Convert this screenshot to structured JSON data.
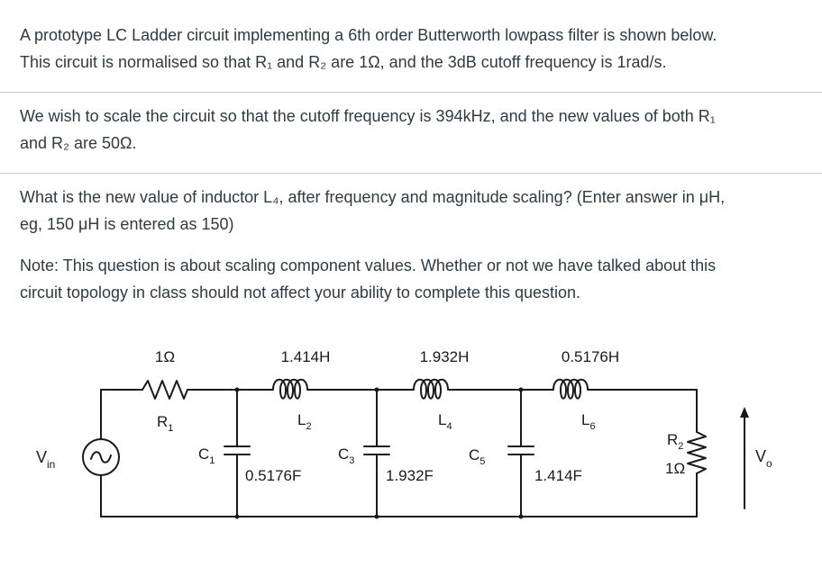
{
  "question": {
    "p1": {
      "line1": "A prototype LC Ladder circuit implementing a 6th order Butterworth lowpass filter is shown below.",
      "line2": "This circuit is normalised so that R₁ and R₂ are 1Ω, and the 3dB cutoff frequency is 1rad/s."
    },
    "p2": {
      "line1": "We wish to scale the circuit so that the cutoff frequency is 394kHz, and the new values of both R₁",
      "line2": "and R₂ are 50Ω."
    },
    "p3": {
      "line1": "What is the new value of inductor L₄, after frequency and magnitude scaling? (Enter answer in μH,",
      "line2": "eg, 150 μH is entered as 150)"
    },
    "p4": {
      "line1": "Note: This question is about scaling component values.  Whether or not we have talked about this",
      "line2": "circuit topology in class should not affect your ability to complete this question."
    }
  },
  "circuit": {
    "source": {
      "label": "V",
      "sub": "in"
    },
    "output": {
      "label": "V",
      "sub": "o"
    },
    "r1": {
      "name": "R",
      "sub": "1",
      "value": "1Ω"
    },
    "r2": {
      "name": "R",
      "sub": "2",
      "value": "1Ω"
    },
    "l2": {
      "name": "L",
      "sub": "2",
      "value": "1.414H"
    },
    "l4": {
      "name": "L",
      "sub": "4",
      "value": "1.932H"
    },
    "l6": {
      "name": "L",
      "sub": "6",
      "value": "0.5176H"
    },
    "c1": {
      "name": "C",
      "sub": "1",
      "value": "0.5176F"
    },
    "c3": {
      "name": "C",
      "sub": "3",
      "value": "1.932F"
    },
    "c5": {
      "name": "C",
      "sub": "5",
      "value": "1.414F"
    }
  }
}
